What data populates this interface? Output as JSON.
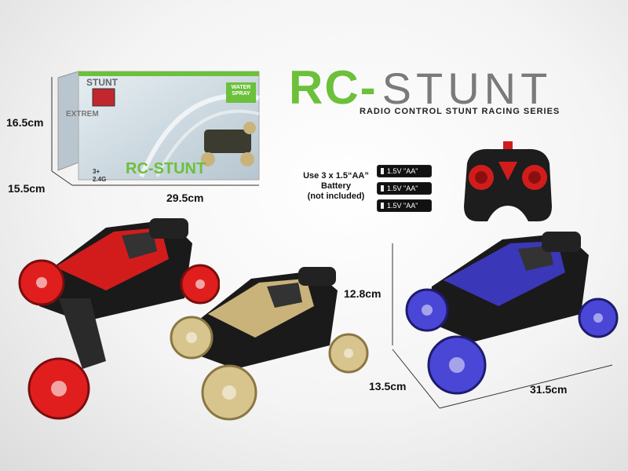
{
  "brand": {
    "rc": "RC-",
    "stunt": "STUNT",
    "tagline": "RADIO CONTROL STUNT RACING SERIES"
  },
  "box": {
    "height": "16.5cm",
    "depth": "15.5cm",
    "width": "29.5cm",
    "front_title": "RC-STUNT",
    "side_title": "STUNT",
    "side_text": "EXTREM",
    "badge": "WATER SPRAY",
    "age": "3+",
    "freq": "2.4G"
  },
  "battery": {
    "line1": "Use 3 x 1.5“AA”",
    "line2": "Battery",
    "line3": "(not included)",
    "cells": [
      "1.5V  \"AA\"",
      "1.5V  \"AA\"",
      "1.5V  \"AA\""
    ]
  },
  "car": {
    "height": "12.8cm",
    "depth": "13.5cm",
    "length": "31.5cm"
  },
  "colors": {
    "green": "#6cc03a",
    "red": "#d21c1c",
    "gold": "#c9b37a",
    "blue": "#3a38b8"
  }
}
